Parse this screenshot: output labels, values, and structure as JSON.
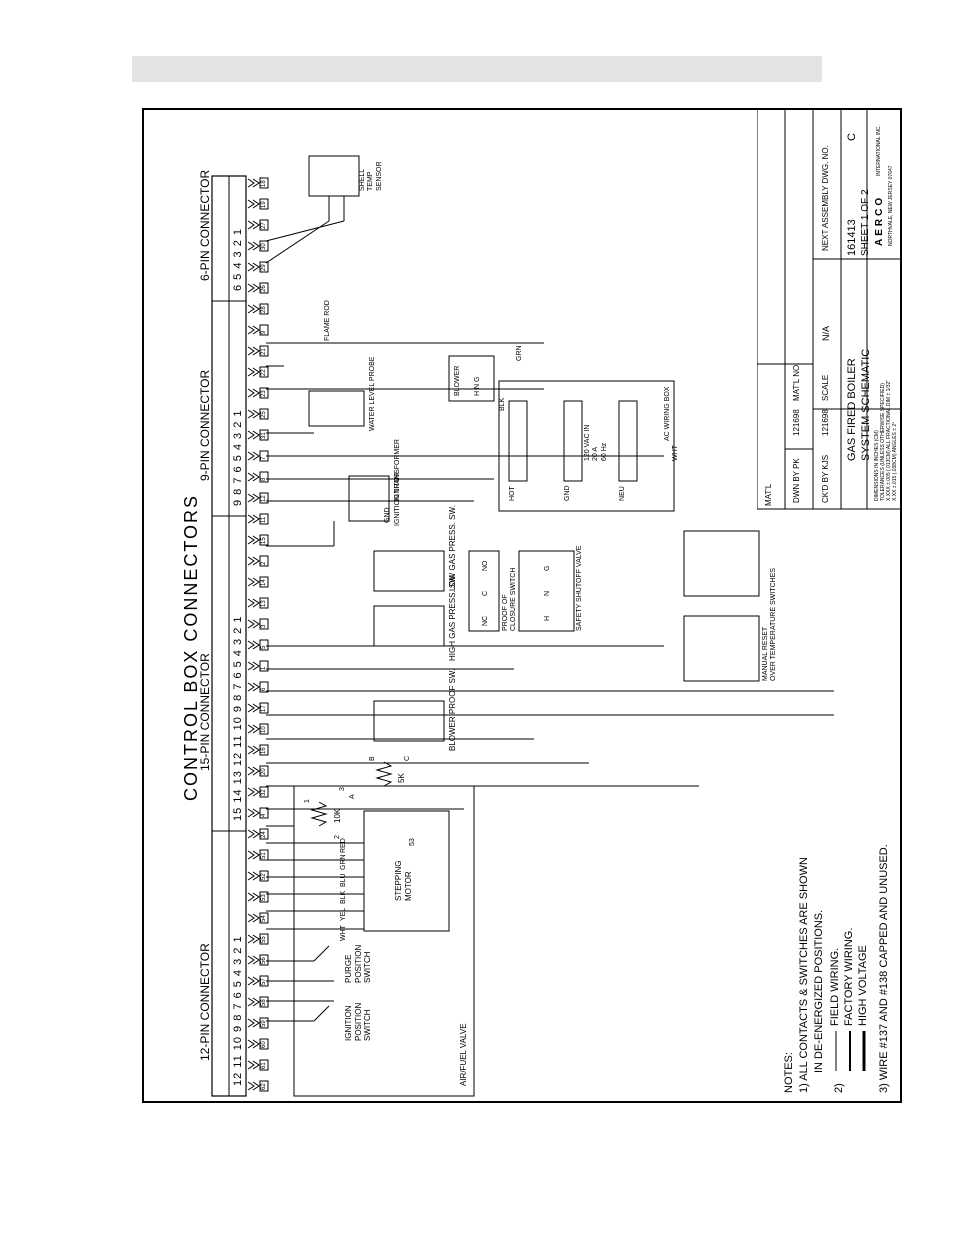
{
  "title": "CONTROL BOX CONNECTORS",
  "connectors": {
    "c12": {
      "label": "12-PIN CONNECTOR",
      "pins": "12 11 10 9   8   7   6   5   4   3   2   1"
    },
    "c15": {
      "label": "15-PIN CONNECTOR",
      "pins": "15 14 13 12 11 10 9   8   7   6   5   4   3   2   1"
    },
    "c9": {
      "label": "9-PIN CONNECTOR",
      "pins": "9   8   7   6   5   4   3   2   1"
    },
    "c6": {
      "label": "6-PIN CONNECTOR",
      "pins": "6   5   4   3   2   1"
    }
  },
  "labels": {
    "air_fuel_valve": "AIR/FUEL VALVE",
    "ignition_switch": [
      "IGNITION",
      "POSITION",
      "SWITCH"
    ],
    "purge_switch": [
      "PURGE",
      "POSITION",
      "SWITCH"
    ],
    "stepping_motor": [
      "STEPPING",
      "MOTOR"
    ],
    "motor_wires": [
      "WHT",
      "YEL",
      "BLK",
      "BLU",
      "GRN",
      "RED"
    ],
    "pot_10k": "10K",
    "pot_5k": "5K",
    "pot_marks": [
      "1",
      "2",
      "3",
      "A",
      "B",
      "C",
      "53"
    ],
    "blower_proof": "BLOWER PROOF SW.",
    "high_gas": "HIGH GAS PRESS. SW.",
    "low_gas": "LOW GAS PRESS. SW.",
    "proof_closure": [
      "PROOF OF",
      "CLOSURE SWITCH"
    ],
    "proof_closure_pins": [
      "NC",
      "C",
      "NO"
    ],
    "safety_valve": "SAFETY SHUTOFF VALVE",
    "safety_pins": [
      "H",
      "N",
      "G"
    ],
    "ignition_transformer": "IGNITION TRANSFORMER",
    "ignitor": "IGNITOR",
    "gnd": "GND",
    "water_level": "WATER LEVEL PROBE",
    "flame_rod": "FLAME ROD",
    "shell_temp": [
      "SHELL",
      "TEMP",
      "SENSOR"
    ],
    "over_temp": [
      "MANUAL RESET",
      "OVER TEMPERATURE SWITCHES"
    ],
    "ac_box": "AC WIRING BOX",
    "ac_spec": [
      "120 VAC IN",
      "20 A",
      "60 Hz"
    ],
    "ac_terms": [
      "HOT",
      "GND",
      "NEU"
    ],
    "blower": "BLOWER",
    "blower_hng": "H  N  G",
    "wire_colors": [
      "BLK",
      "GRN",
      "WHT"
    ]
  },
  "notes": {
    "heading": "NOTES:",
    "n1a": "1)  ALL CONTACTS & SWITCHES ARE SHOWN",
    "n1b": "IN DE-ENERGIZED POSITIONS.",
    "n2": "2)",
    "n2a": "FIELD WIRING.",
    "n2b": "FACTORY WIRING.",
    "n2c": "HIGH VOLTAGE",
    "n3": "3)  WIRE #137 AND #138 CAPPED AND UNUSED."
  },
  "title_block": {
    "matl": "MAT'L",
    "dwn": "DWN BY PK",
    "ckd": "CK'D BY KJS",
    "matl_no_val": "121698",
    "matl_no": "MAT'L NO.",
    "scale_val": "121698",
    "scale": "SCALE",
    "na": "N/A",
    "drawing_title_1": "GAS FIRED BOILER",
    "drawing_title_2": "SYSTEM SCHEMATIC",
    "tol_1": "DIMENSIONS IN INCHES (CM)",
    "tol_2": "TOLERANCES (UNLESS OTHERWISE SPECIFIED)",
    "tol_3": "X.XXX  ±.005  (.013CM)     ALL FRACTIONAL DIM ± 1/32\"",
    "tol_4": "X.XX   ±.015  (.038CM)     ANGLES ± 2°",
    "dwg_no": "161413",
    "sheet": "SHEET 1  OF  2",
    "next_assembly": "NEXT ASSEMBLY DWG. NO.",
    "rev": "C",
    "company_logo": "AERCO",
    "company": "INTERNATIONAL INC.",
    "city": "NORTHVALE, NEW JERSEY 07647"
  },
  "wire_numbers": [
    "62",
    "61",
    "60",
    "59",
    "58",
    "57",
    "56",
    "55",
    "54",
    "53",
    "52",
    "51",
    "24",
    "4",
    "32",
    "20",
    "16",
    "10",
    "17",
    "6",
    "1",
    "5",
    "3",
    "13",
    "14",
    "2",
    "15",
    "11",
    "12",
    "8",
    "7",
    "31",
    "25",
    "23",
    "22",
    "21",
    "9",
    "28",
    "26",
    "29",
    "30",
    "27",
    "19",
    "18"
  ]
}
